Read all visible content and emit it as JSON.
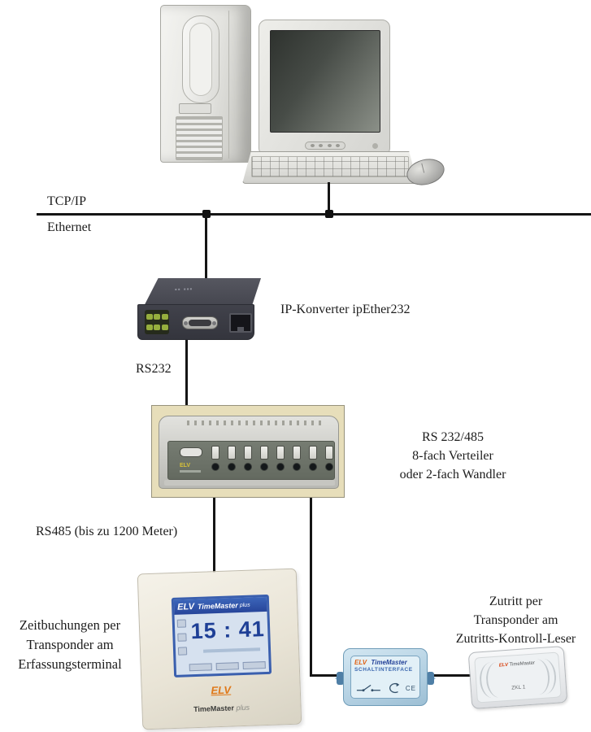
{
  "colors": {
    "line": "#151515",
    "screen_header_blue": "#2e55a8",
    "screen_bg": "#d6e1ef",
    "time_blue": "#1e3f96",
    "elv_orange": "#e07818",
    "interface_blue": "#bcd8ea",
    "photo_background": "#e7deba"
  },
  "bus": {
    "top_label": "TCP/IP",
    "bottom_label": "Ethernet"
  },
  "converter": {
    "label": "IP-Konverter ipEther232"
  },
  "links": {
    "rs232": "RS232",
    "rs485": "RS485  (bis zu 1200 Meter)"
  },
  "distributor": {
    "caption": [
      "RS 232/485",
      "8-fach Verteiler",
      "oder 2-fach Wandler"
    ],
    "panel_brand": "ELV"
  },
  "terminal": {
    "caption": [
      "Zeitbuchungen per",
      "Transponder am",
      "Erfassungsterminal"
    ],
    "screen": {
      "brand": "ELV",
      "title": "TimeMaster",
      "title_suffix": "plus",
      "time": "15 : 41"
    },
    "logo": "ELV",
    "footer": {
      "brand": "TimeMaster",
      "suffix": "plus"
    }
  },
  "interface": {
    "brand": "ELV",
    "product": "TimeMaster",
    "name": "SCHALTINTERFACE",
    "ce": "CE"
  },
  "reader": {
    "caption": [
      "Zutritt per",
      "Transponder am",
      "Zutritts-Kontroll-Leser"
    ],
    "brand": "ELV",
    "product": "TimeMaster",
    "model": "ZKL 1"
  }
}
